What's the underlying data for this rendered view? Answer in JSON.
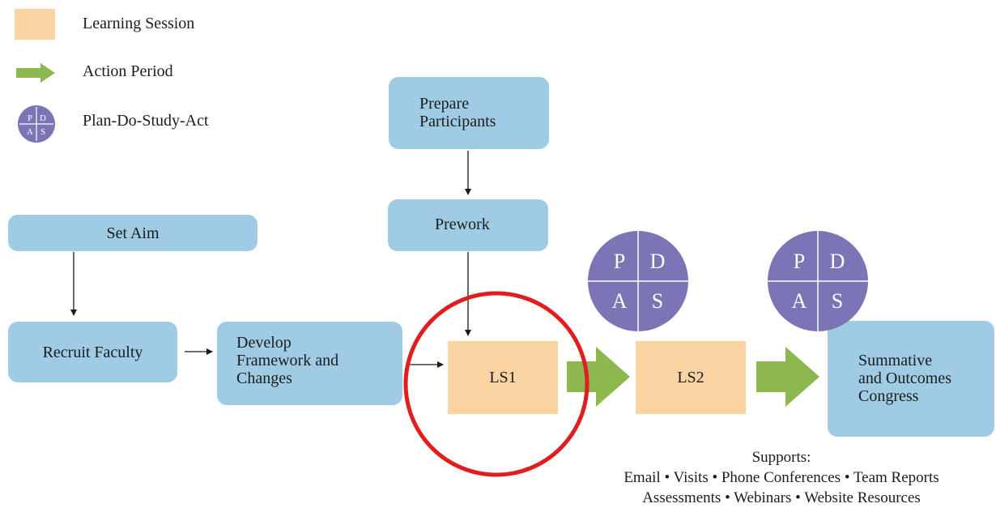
{
  "legend": {
    "learning_session": "Learning Session",
    "action_period": "Action Period",
    "pdsa": "Plan-Do-Study-Act"
  },
  "pdsa_letters": {
    "p": "P",
    "d": "D",
    "a": "A",
    "s": "S"
  },
  "boxes": {
    "set_aim": "Set Aim",
    "recruit_faculty": "Recruit Faculty",
    "develop_line1": "Develop",
    "develop_line2": "Framework and",
    "develop_line3": "Changes",
    "prepare_line1": "Prepare",
    "prepare_line2": "Participants",
    "prework": "Prework",
    "ls1": "LS1",
    "ls2": "LS2",
    "summative_line1": "Summative",
    "summative_line2": "and Outcomes",
    "summative_line3": "Congress"
  },
  "supports": {
    "title": "Supports:",
    "line1": "Email • Visits • Phone Conferences • Team Reports",
    "line2": "Assessments • Webinars • Website Resources"
  },
  "colors": {
    "box_blue": "#9fcbe5",
    "learning_session": "#f9d3a2",
    "action_arrow": "#8cb84f",
    "pdsa_purple": "#7b74b5",
    "highlight_circle": "#e01e1e"
  }
}
